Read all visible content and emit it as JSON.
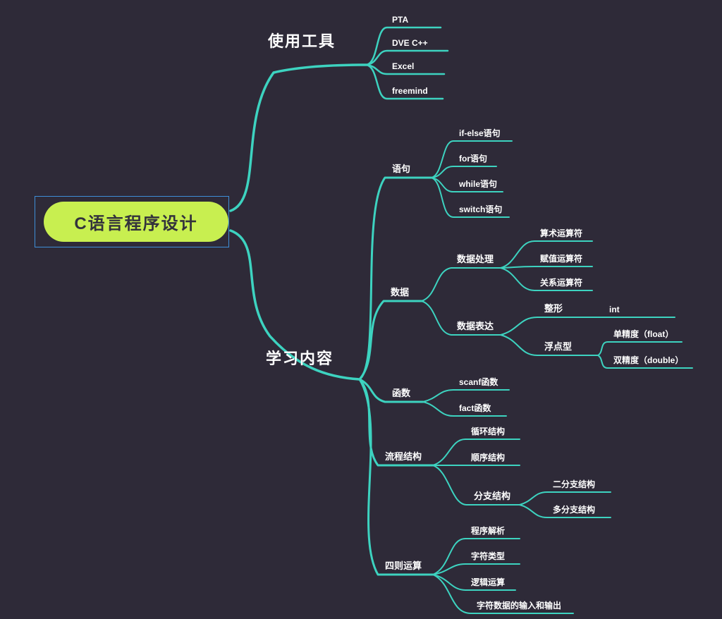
{
  "canvas": {
    "background_color": "#2e2a38",
    "line_color": "#3dd3c0"
  },
  "root": {
    "label": "C语言程序设计",
    "fill_color": "#c8ef50",
    "text_color": "#33323c",
    "selected": true,
    "selection_color": "#3f8fd8"
  },
  "branches": [
    {
      "label": "使用工具",
      "children": [
        {
          "label": "PTA"
        },
        {
          "label": "DVE C++"
        },
        {
          "label": "Excel"
        },
        {
          "label": "freemind"
        }
      ]
    },
    {
      "label": "学习内容",
      "children": [
        {
          "label": "语句",
          "children": [
            {
              "label": "if-else语句"
            },
            {
              "label": "for语句"
            },
            {
              "label": "while语句"
            },
            {
              "label": "switch语句"
            }
          ]
        },
        {
          "label": "数据",
          "children": [
            {
              "label": "数据处理",
              "children": [
                {
                  "label": "算术运算符"
                },
                {
                  "label": "赋值运算符"
                },
                {
                  "label": "关系运算符"
                }
              ]
            },
            {
              "label": "数据表达",
              "children": [
                {
                  "label": "整形",
                  "children": [
                    {
                      "label": "int"
                    }
                  ]
                },
                {
                  "label": "浮点型",
                  "children": [
                    {
                      "label": "单精度（float）"
                    },
                    {
                      "label": "双精度（double）"
                    }
                  ]
                }
              ]
            }
          ]
        },
        {
          "label": "函数",
          "children": [
            {
              "label": "scanf函数"
            },
            {
              "label": "fact函数"
            }
          ]
        },
        {
          "label": "流程结构",
          "children": [
            {
              "label": "循环结构"
            },
            {
              "label": "顺序结构"
            },
            {
              "label": "分支结构",
              "children": [
                {
                  "label": "二分支结构"
                },
                {
                  "label": "多分支结构"
                }
              ]
            }
          ]
        },
        {
          "label": "四则运算",
          "children": [
            {
              "label": "程序解析"
            },
            {
              "label": "字符类型"
            },
            {
              "label": "逻辑运算"
            },
            {
              "label": "字符数据的输入和输出"
            }
          ]
        }
      ]
    }
  ]
}
